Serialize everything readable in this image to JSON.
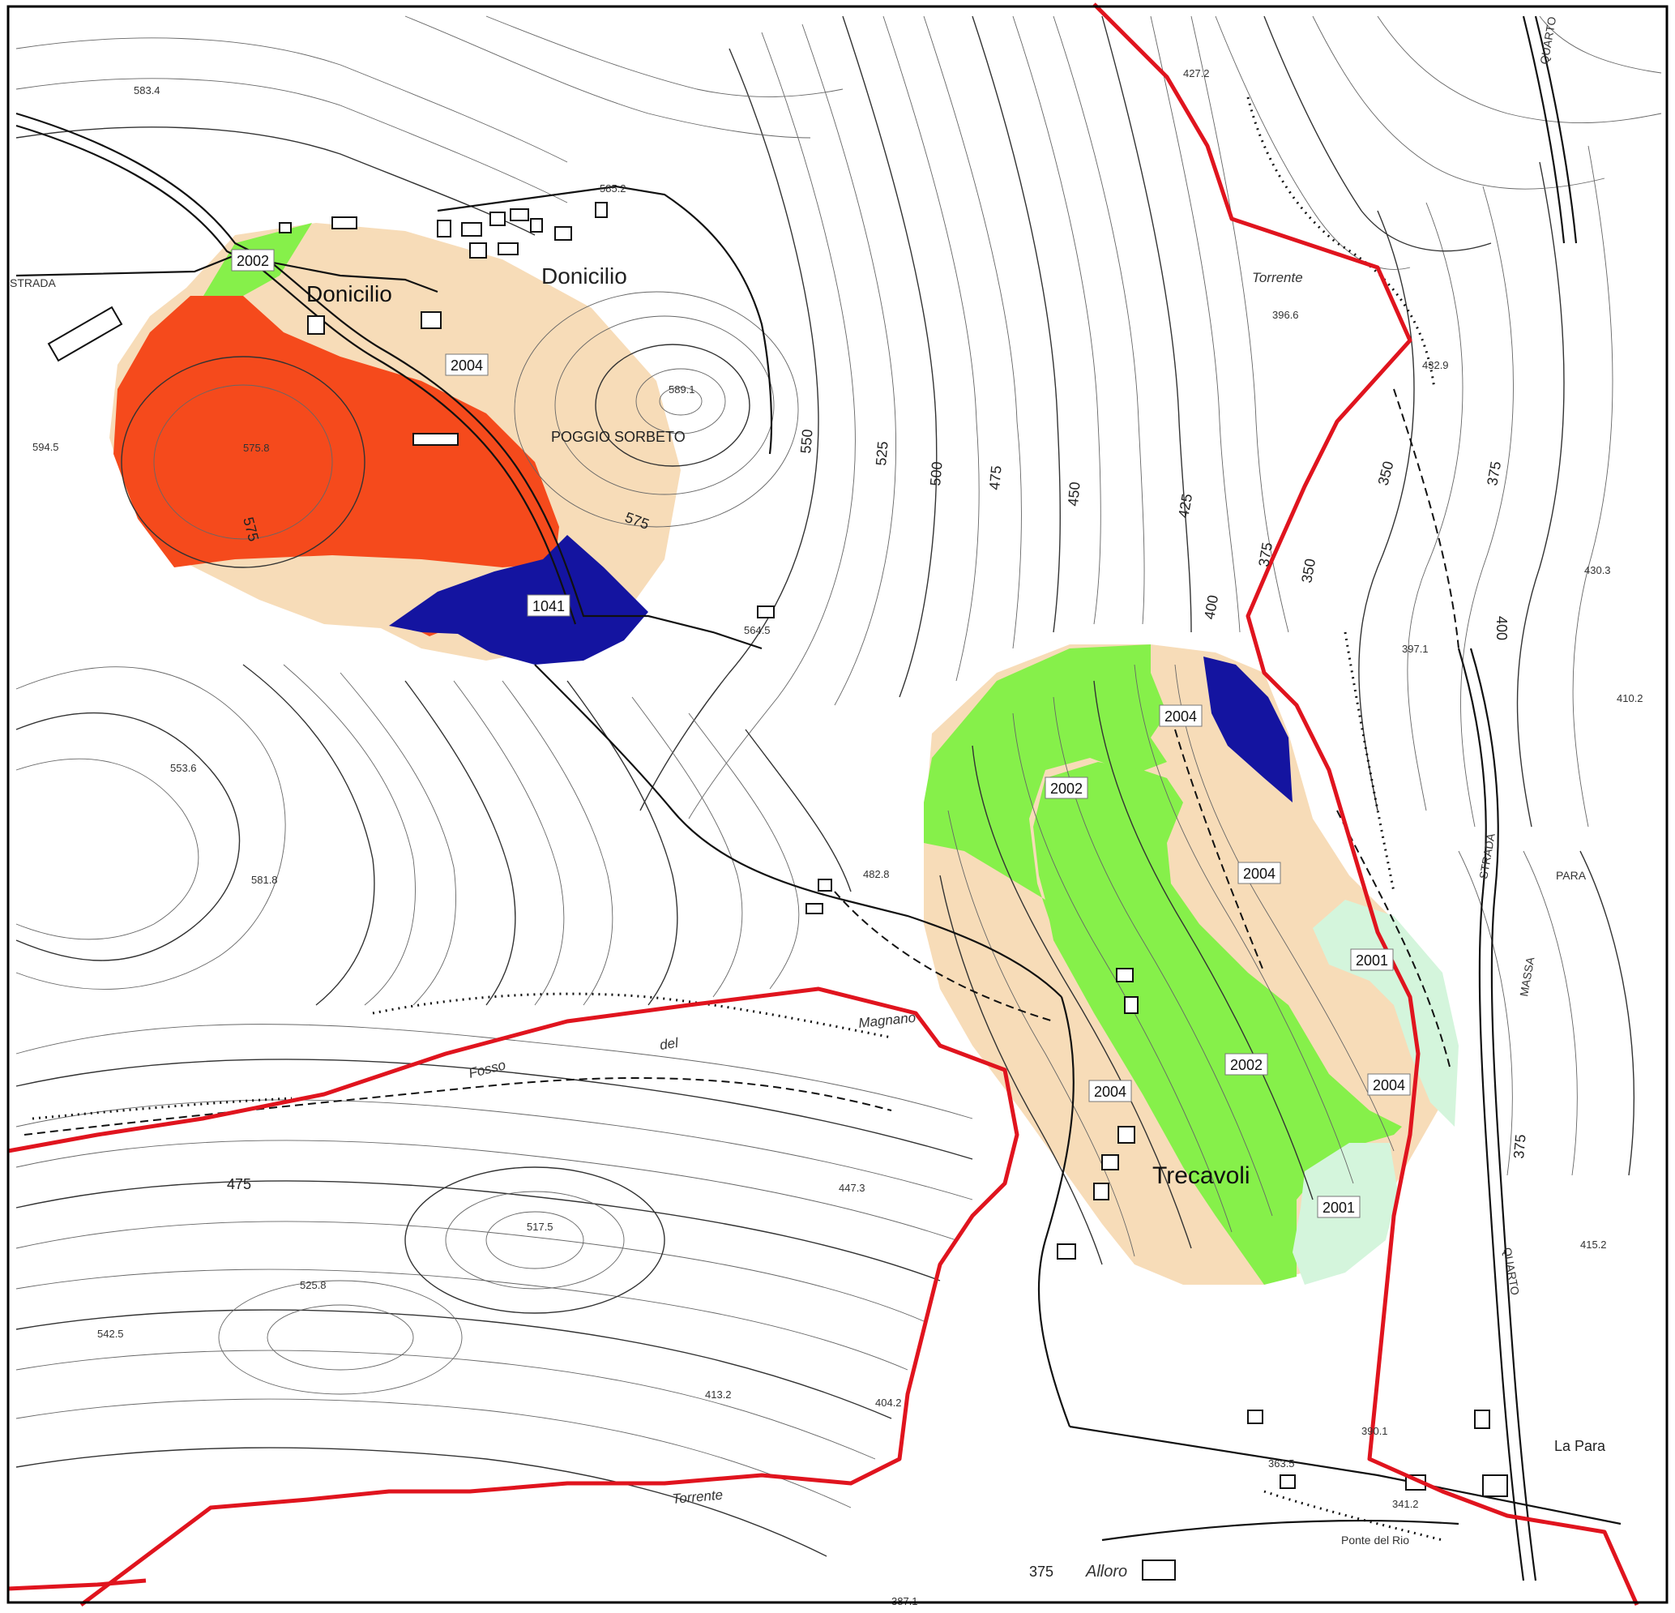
{
  "colors": {
    "zone_2001": "#d4f5dc",
    "zone_2002": "#86f04a",
    "zone_2004": "#f7dcb8",
    "zone_1041": "#1414a0",
    "zone_red": "#f54a1c",
    "boundary": "#e0141e",
    "frame": "#000000"
  },
  "places": {
    "donicilio_a": "Donicilio",
    "donicilio_b": "Donicilio",
    "poggio": "POGGIO SORBETO",
    "trecavoli": "Trecavoli",
    "la_para": "La Para",
    "ponte_rio": "Ponte del Rio",
    "strada_left": "STRADA",
    "strada_right": "STRADA",
    "para": "PARA",
    "massa": "MASSA",
    "quarto_top": "QUARTO",
    "quarto_bottom": "QUARTO"
  },
  "water": {
    "torrente_top": "Torrente",
    "fosso": "Fosso",
    "del": "del",
    "magnano": "Magnano",
    "torrente_bottom": "Torrente",
    "alloro": "Alloro"
  },
  "zones": {
    "z2002_nw": "2002",
    "z2004_n": "2004",
    "z1041": "1041",
    "z2004_e1": "2004",
    "z2002_e1": "2002",
    "z2004_e2": "2004",
    "z2001_e1": "2001",
    "z2002_e2": "2002",
    "z2004_w": "2004",
    "z2004_e3": "2004",
    "z2001_e2": "2001"
  },
  "contour_labels": {
    "c575_a": "575",
    "c575_b": "575",
    "c550": "550",
    "c525": "525",
    "c500": "500",
    "c475_a": "475",
    "c450": "450",
    "c425": "425",
    "c400_a": "400",
    "c375_a": "375",
    "c350_a": "350",
    "c350_b": "350",
    "c375_b": "375",
    "c400_b": "400",
    "c375_c": "375",
    "c475_b": "475",
    "c375_d": "375"
  },
  "spot_heights": {
    "s1": "583.4",
    "s2": "585.2",
    "s3": "589.1",
    "s4": "575.8",
    "s5": "564.5",
    "s6": "553.6",
    "s7": "581.8",
    "s8": "594.5",
    "s9": "427.2",
    "s10": "396.6",
    "s11": "432.9",
    "s12": "430.3",
    "s13": "410.2",
    "s14": "397.1",
    "s15": "482.8",
    "s16": "517.5",
    "s17": "447.3",
    "s18": "413.2",
    "s19": "390.1",
    "s20": "363.5",
    "s21": "542.5",
    "s22": "525.8",
    "s23": "404.2",
    "s24": "415.2",
    "s25": "387.1",
    "s26": "341.2"
  }
}
